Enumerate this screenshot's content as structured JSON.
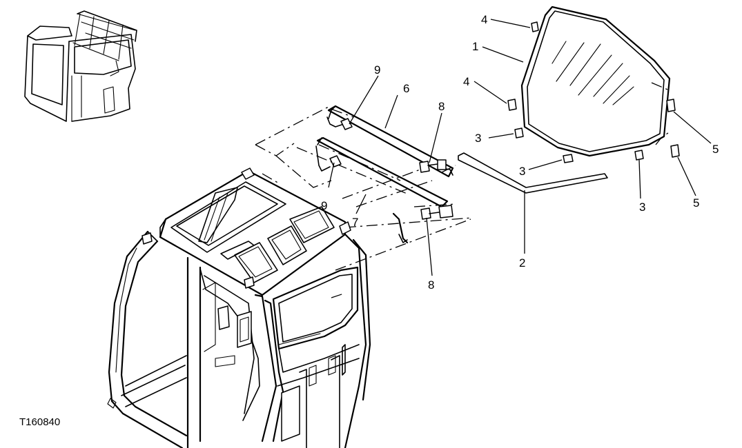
{
  "figure": {
    "id": "T160840"
  },
  "callouts": {
    "c1": "1",
    "c2": "2",
    "c3a": "3",
    "c3b": "3",
    "c3c": "3",
    "c4a": "4",
    "c4b": "4",
    "c5a": "5",
    "c5b": "5",
    "c6": "6",
    "c7": "7",
    "c8a": "8",
    "c8b": "8",
    "c9a": "9",
    "c9b": "9"
  }
}
